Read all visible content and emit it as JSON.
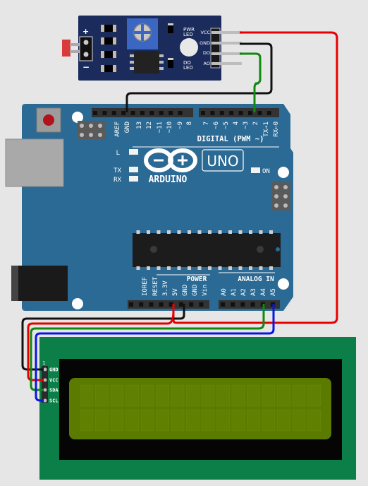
{
  "sensor": {
    "plus": "+",
    "minus": "−",
    "pwr_led_1": "PWR",
    "pwr_led_2": "LED",
    "do_led_1": "DO",
    "do_led_2": "LED",
    "pins": [
      "VCC",
      "GND",
      "DO",
      "AO"
    ]
  },
  "arduino": {
    "digital_top": [
      "AREF",
      "GND",
      "13",
      "12",
      "~11",
      "~10",
      "~9",
      "8",
      "7",
      "~6",
      "~5",
      "4",
      "~3",
      "2",
      "TX→1",
      "RX←0"
    ],
    "digital_label": "DIGITAL (PWM ~)",
    "l_label": "L",
    "tx_label": "TX",
    "rx_label": "RX",
    "brand": "ARDUINO",
    "model": "UNO",
    "on_label": "ON",
    "power_label": "POWER",
    "analog_label": "ANALOG IN",
    "power_pins": [
      "IOREF",
      "RESET",
      "3.3V",
      "5V",
      "GND",
      "GND",
      "Vin"
    ],
    "analog_pins": [
      "A0",
      "A1",
      "A2",
      "A3",
      "A4",
      "A5"
    ]
  },
  "lcd": {
    "pin1_marker": "1",
    "pins": [
      "GND",
      "VCC",
      "SDA",
      "SCL"
    ]
  },
  "colors": {
    "background": "#e6e6e6",
    "arduino_board": "#2b6a94",
    "sensor_board": "#1a2b5c",
    "lcd_pcb": "#0c7f48",
    "lcd_screen": "#5a7a00",
    "wire_red": "#e80000",
    "wire_black": "#111111",
    "wire_green": "#0f8a0f",
    "wire_blue": "#0a16e0"
  }
}
